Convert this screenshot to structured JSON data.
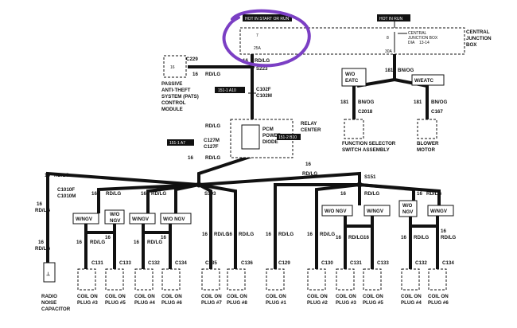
{
  "hot_labels": {
    "start_run": "HOT IN START OR RUN",
    "run": "HOT IN RUN"
  },
  "cjb": {
    "title_1": "CENTRAL",
    "title_2": "JUNCTION",
    "title_3": "BOX",
    "small_1": "CENTRAL",
    "small_2": "JUNCTION BOX",
    "small_3": "DIA",
    "small_4": "13-14",
    "fuse_a_num": "7",
    "fuse_a_amp": "25A",
    "fuse_b_num": "8",
    "fuse_b_amp": "30A"
  },
  "wires": {
    "rdlg": "RD/LG",
    "bnog": "BN/OG",
    "n16": "16",
    "n181": "181",
    "s223": "S223",
    "s103": "S103",
    "s151": "S151"
  },
  "pats": {
    "l1": "PASSIVE",
    "l2": "ANTI-THEFT",
    "l3": "SYSTEM (PATS)",
    "l4": "CONTROL",
    "l5": "MODULE",
    "conn": "C229",
    "pin": "16"
  },
  "connectors": {
    "c102f": "C102F",
    "c102m": "C102M",
    "c127m": "C127M",
    "c127f": "C127F",
    "c1010f": "C1010F",
    "c1010m": "C1010M",
    "c2018": "C2018",
    "c167": "C167",
    "ref_151_1_a10": "151-1 A10",
    "ref_151_1_a7": "151-1 A7",
    "ref_151_2_b10": "151-2 B10"
  },
  "relay": {
    "rc1": "RELAY",
    "rc2": "CENTER",
    "pcm1": "PCM",
    "pcm2": "POWER",
    "pcm3": "DIODE"
  },
  "eatc": {
    "wo": "W/O",
    "eatc": "EATC",
    "w": "W/EATC"
  },
  "function_selector": {
    "l1": "FUNCTION SELECTOR",
    "l2": "SWITCH ASSEMBLY"
  },
  "blower": {
    "l1": "BLOWER",
    "l2": "MOTOR"
  },
  "options": {
    "wngv": "W/NGV",
    "wo": "W/O",
    "ngv": "NGV",
    "wongv": "W/O NGV"
  },
  "radio": {
    "l1": "RADIO",
    "l2": "NOISE",
    "l3": "CAPACITOR"
  },
  "coils": {
    "coil_on": "COIL ON",
    "plug1": "PLUG #1",
    "plug2": "PLUG #2",
    "plug3": "PLUG #3",
    "plug4": "PLUG #4",
    "plug5": "PLUG #5",
    "plug6": "PLUG #6",
    "plug7": "PLUG #7",
    "plug8": "PLUG #8",
    "c129": "C129",
    "c130": "C130",
    "c131": "C131",
    "c132": "C132",
    "c133": "C133",
    "c134": "C134",
    "c135": "C135",
    "c136": "C136"
  },
  "annotation_color": "#7b3fc4"
}
